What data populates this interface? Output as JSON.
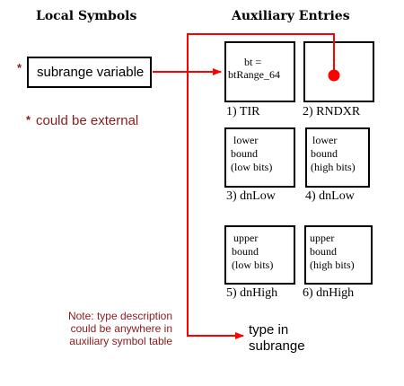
{
  "headings": {
    "local": "Local Symbols",
    "auxiliary": "Auxiliary Entries"
  },
  "local_symbol": {
    "marker": "*",
    "label": "subrange variable"
  },
  "external_note": {
    "marker": "*",
    "text": "could be external"
  },
  "entries": [
    {
      "lines": [
        "bt =",
        "btRange_64"
      ],
      "caption": "1) TIR"
    },
    {
      "lines": [],
      "caption": "2) RNDXR",
      "has_dot": true
    },
    {
      "lines": [
        "lower",
        "bound",
        "(low bits)"
      ],
      "caption": "3) dnLow"
    },
    {
      "lines": [
        "lower",
        "bound",
        "(high bits)"
      ],
      "caption": "4) dnLow"
    },
    {
      "lines": [
        "upper",
        "bound",
        "(low bits)"
      ],
      "caption": "5) dnHigh"
    },
    {
      "lines": [
        "upper",
        "bound",
        "(high bits)"
      ],
      "caption": "6) dnHigh"
    }
  ],
  "type_note": {
    "lines": [
      "Note: type description",
      "could be anywhere in",
      "auxiliary symbol table"
    ]
  },
  "type_target": {
    "lines": [
      "type in",
      "subrange"
    ]
  },
  "colors": {
    "arrow": "#ff0000",
    "dot": "#ff0000",
    "note_text": "#8b1a1a",
    "box_border": "#000000"
  }
}
